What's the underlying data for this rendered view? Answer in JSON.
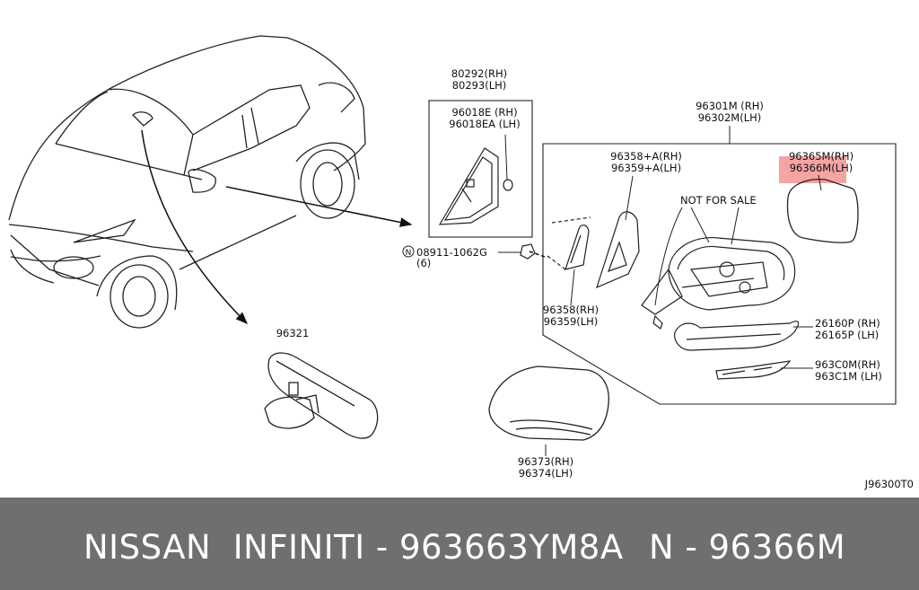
{
  "diagram": {
    "parts": {
      "inner_mirror": {
        "number": "96321"
      },
      "door_corner_cover": {
        "rh": "80292(RH)",
        "lh": "80293(LH)"
      },
      "corner_finisher": {
        "rh": "96018E  (RH)",
        "lh": "96018EA (LH)"
      },
      "nut": {
        "line1": "08911-1062G",
        "line2": "(6)",
        "symbol": "N"
      },
      "mirror_assembly": {
        "rh": "96301M (RH)",
        "lh": "96302M(LH)"
      },
      "mirror_base": {
        "rh": "96358+A(RH)",
        "lh": "96359+A(LH)"
      },
      "mirror_gasket": {
        "rh": "96358(RH)",
        "lh": "96359(LH)"
      },
      "mirror_glass": {
        "rh": "96365M(RH)",
        "lh": "96366M(LH)"
      },
      "side_turn_lamp": {
        "rh": "26160P (RH)",
        "lh": "26165P (LH)"
      },
      "mirror_finisher": {
        "rh": "963C0M(RH)",
        "lh": "963C1M (LH)"
      },
      "mirror_cover": {
        "rh": "96373(RH)",
        "lh": "96374(LH)"
      }
    },
    "note": "NOT FOR SALE",
    "code": "J96300T0",
    "highlight_color": "#f5a3a3"
  },
  "footer": {
    "left": "NISSAN  INFINITI - 963663YM8A",
    "right": "N - 96366M",
    "bg": "#6f6f6f"
  }
}
